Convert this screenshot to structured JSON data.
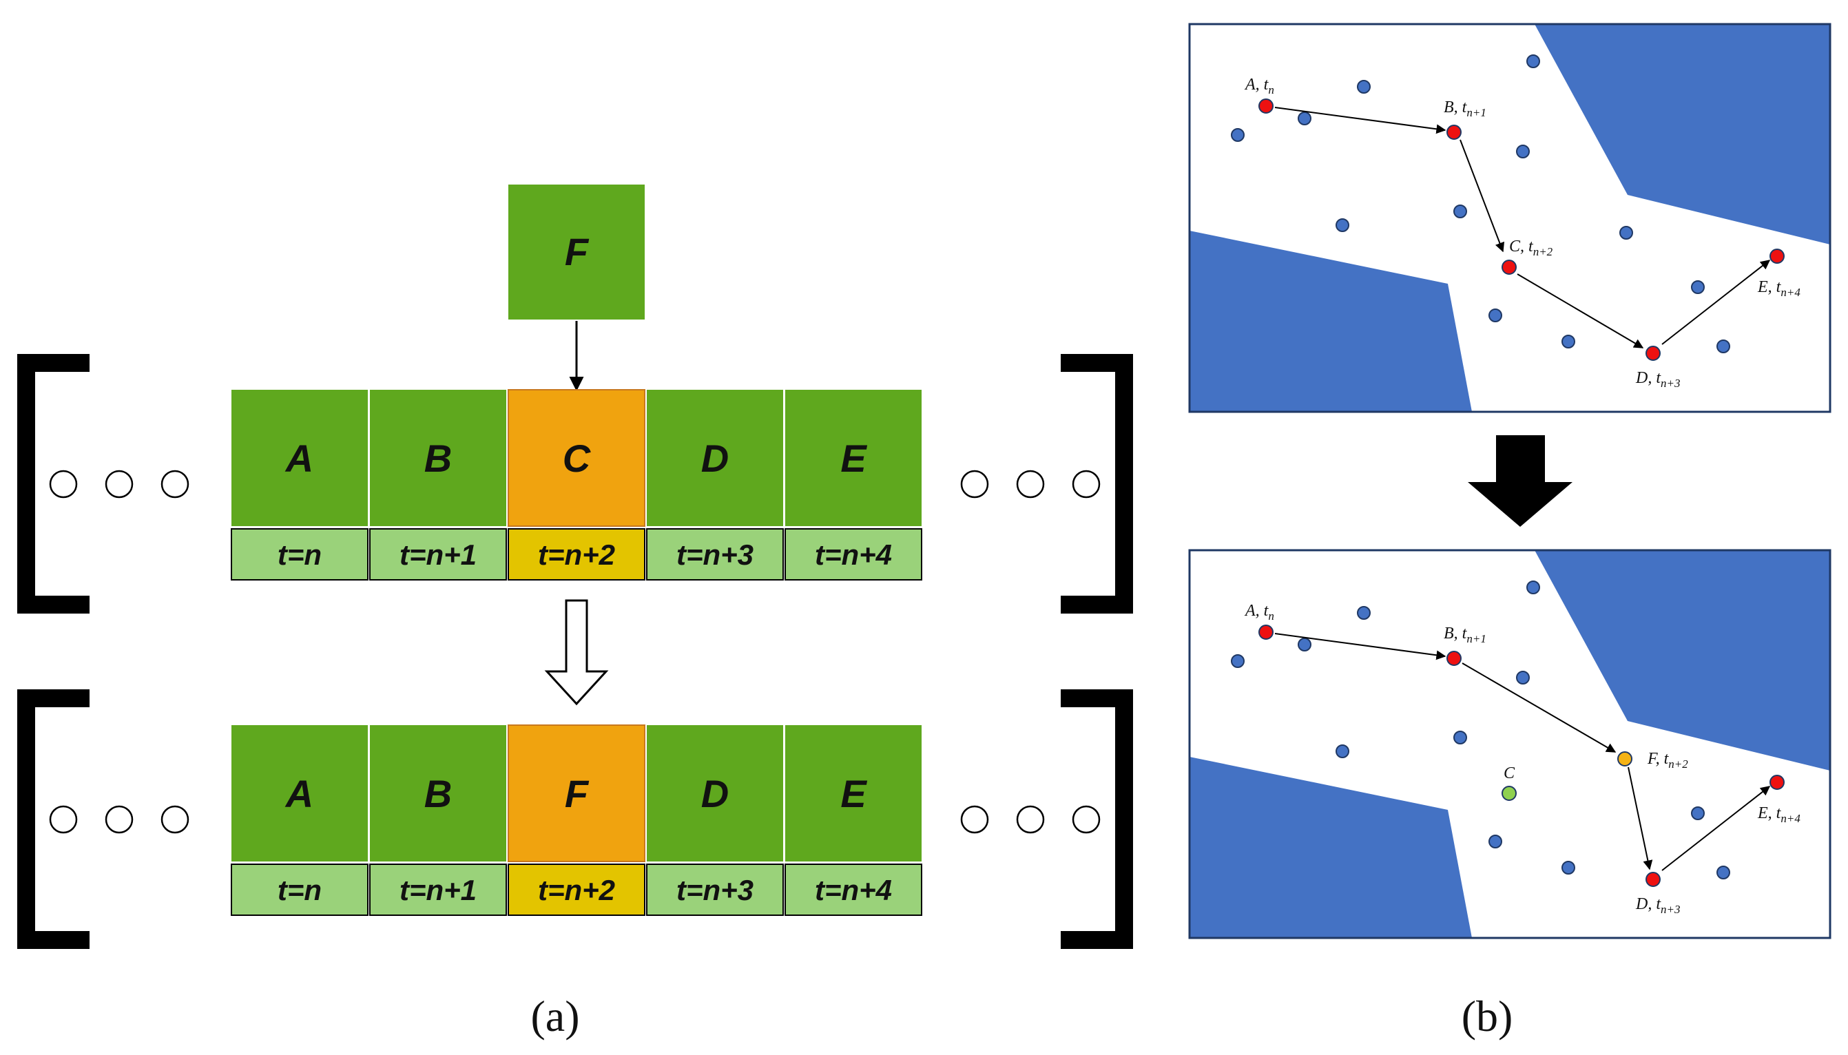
{
  "panel_a": {
    "top_cells": [
      {
        "letter": "A",
        "time": "t=n",
        "highlight": false
      },
      {
        "letter": "B",
        "time": "t=n+1",
        "highlight": false
      },
      {
        "letter": "C",
        "time": "t=n+2",
        "highlight": true
      },
      {
        "letter": "D",
        "time": "t=n+3",
        "highlight": false
      },
      {
        "letter": "E",
        "time": "t=n+4",
        "highlight": false
      }
    ],
    "insert_cell": {
      "letter": "F"
    },
    "bottom_cells": [
      {
        "letter": "A",
        "time": "t=n",
        "highlight": false
      },
      {
        "letter": "B",
        "time": "t=n+1",
        "highlight": false
      },
      {
        "letter": "F",
        "time": "t=n+2",
        "highlight": true
      },
      {
        "letter": "D",
        "time": "t=n+3",
        "highlight": false
      },
      {
        "letter": "E",
        "time": "t=n+4",
        "highlight": false
      }
    ],
    "caption": "(a)"
  },
  "panel_b": {
    "top_map": {
      "route_labels": [
        {
          "letter": "A",
          "sub": "n"
        },
        {
          "letter": "B",
          "sub": "n+1"
        },
        {
          "letter": "C",
          "sub": "n+2"
        },
        {
          "letter": "D",
          "sub": "n+3"
        },
        {
          "letter": "E",
          "sub": "n+4"
        }
      ]
    },
    "bottom_map": {
      "route_labels": [
        {
          "letter": "A",
          "sub": "n"
        },
        {
          "letter": "B",
          "sub": "n+1"
        },
        {
          "letter": "F",
          "sub": "n+2"
        },
        {
          "letter": "D",
          "sub": "n+3"
        },
        {
          "letter": "E",
          "sub": "n+4"
        }
      ],
      "removed_label": "C"
    },
    "caption": "(b)"
  },
  "colors": {
    "cell_green": "#5fa81e",
    "time_green": "#9ad27a",
    "cell_orange": "#f0a30f",
    "time_yellow": "#e3c400",
    "map_blue": "#4472c4",
    "route_red": "#ee1111",
    "inserted_yellow": "#f5b316",
    "removed_green": "#8fd14f"
  }
}
